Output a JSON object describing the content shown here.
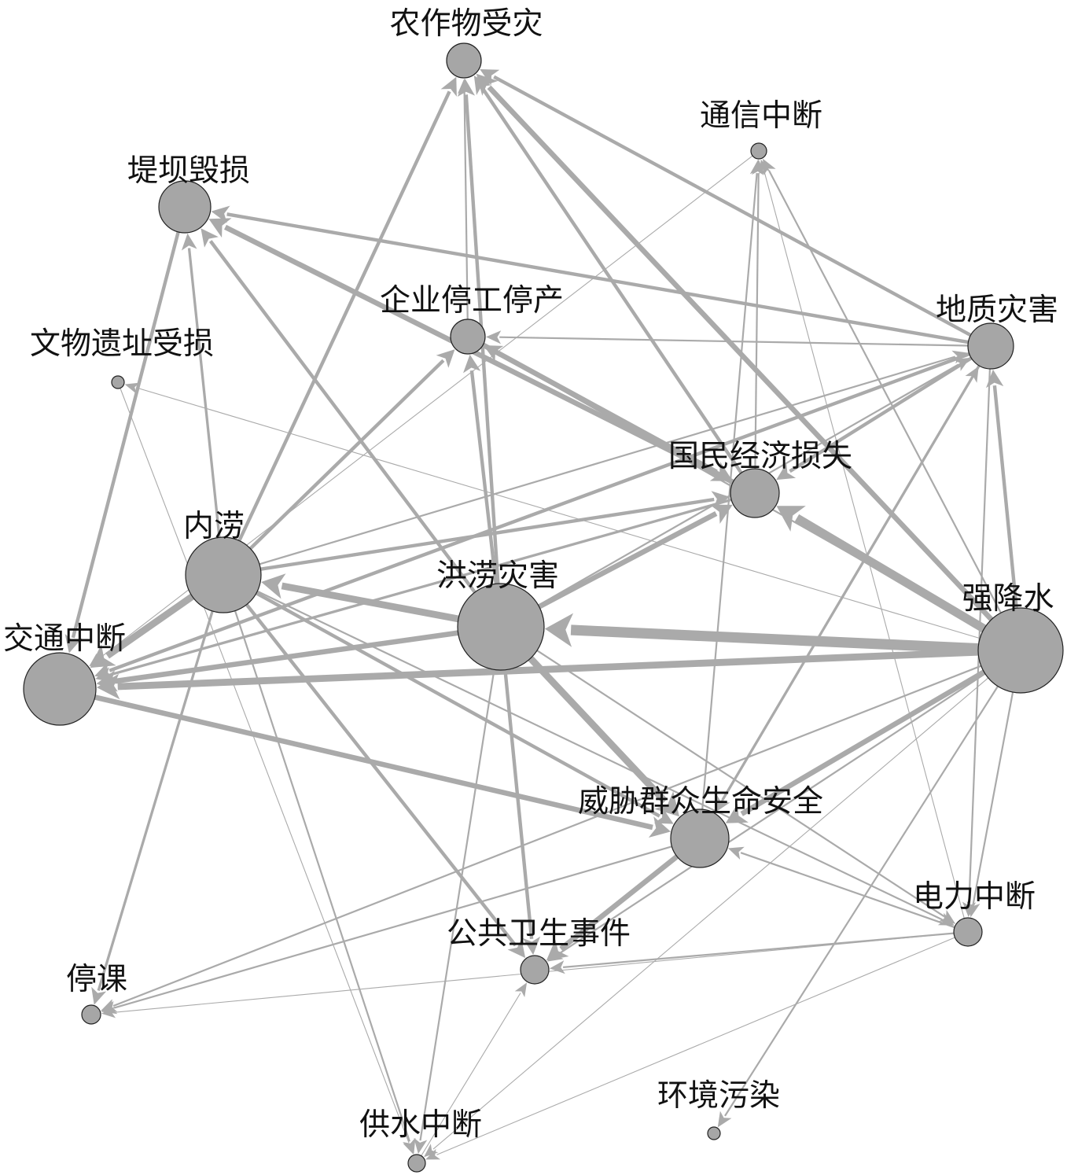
{
  "colors": {
    "edge": "#aaaaaa",
    "node_fill": "#a6a6a6",
    "node_stroke": "#222222",
    "label": "#111111",
    "background": "#ffffff"
  },
  "nodes": [
    {
      "id": "crop",
      "label": "农作物受灾"
    },
    {
      "id": "comm",
      "label": "通信中断"
    },
    {
      "id": "dam",
      "label": "堤坝毁损"
    },
    {
      "id": "ent",
      "label": "企业停工停产"
    },
    {
      "id": "geo",
      "label": "地质灾害"
    },
    {
      "id": "relic",
      "label": "文物遗址受损"
    },
    {
      "id": "econ",
      "label": "国民经济损失"
    },
    {
      "id": "wl",
      "label": "内涝"
    },
    {
      "id": "flood",
      "label": "洪涝灾害"
    },
    {
      "id": "rain",
      "label": "强降水"
    },
    {
      "id": "traffic",
      "label": "交通中断"
    },
    {
      "id": "life",
      "label": "威胁群众生命安全"
    },
    {
      "id": "power",
      "label": "电力中断"
    },
    {
      "id": "health",
      "label": "公共卫生事件"
    },
    {
      "id": "school",
      "label": "停课"
    },
    {
      "id": "env",
      "label": "环境污染"
    },
    {
      "id": "water",
      "label": "供水中断"
    }
  ],
  "edges": [
    {
      "from": "rain",
      "to": "flood",
      "weight": 6
    },
    {
      "from": "rain",
      "to": "econ",
      "weight": 5
    },
    {
      "from": "rain",
      "to": "traffic",
      "weight": 4
    },
    {
      "from": "rain",
      "to": "crop",
      "weight": 3
    },
    {
      "from": "rain",
      "to": "life",
      "weight": 3
    },
    {
      "from": "rain",
      "to": "geo",
      "weight": 2
    },
    {
      "from": "rain",
      "to": "power",
      "weight": 1
    },
    {
      "from": "rain",
      "to": "comm",
      "weight": 1
    },
    {
      "from": "rain",
      "to": "env",
      "weight": 1
    },
    {
      "from": "rain",
      "to": "health",
      "weight": 1
    },
    {
      "from": "rain",
      "to": "relic",
      "weight": 0.5
    },
    {
      "from": "rain",
      "to": "ent",
      "weight": 1
    },
    {
      "from": "rain",
      "to": "school",
      "weight": 1
    },
    {
      "from": "rain",
      "to": "water",
      "weight": 0.5
    },
    {
      "from": "flood",
      "to": "wl",
      "weight": 4
    },
    {
      "from": "flood",
      "to": "life",
      "weight": 4
    },
    {
      "from": "flood",
      "to": "econ",
      "weight": 3
    },
    {
      "from": "flood",
      "to": "traffic",
      "weight": 3
    },
    {
      "from": "flood",
      "to": "crop",
      "weight": 2
    },
    {
      "from": "flood",
      "to": "ent",
      "weight": 2
    },
    {
      "from": "flood",
      "to": "dam",
      "weight": 2
    },
    {
      "from": "flood",
      "to": "health",
      "weight": 2
    },
    {
      "from": "flood",
      "to": "geo",
      "weight": 1
    },
    {
      "from": "flood",
      "to": "water",
      "weight": 1
    },
    {
      "from": "flood",
      "to": "power",
      "weight": 1
    },
    {
      "from": "wl",
      "to": "traffic",
      "weight": 4
    },
    {
      "from": "wl",
      "to": "econ",
      "weight": 2
    },
    {
      "from": "wl",
      "to": "life",
      "weight": 2
    },
    {
      "from": "wl",
      "to": "ent",
      "weight": 2
    },
    {
      "from": "wl",
      "to": "crop",
      "weight": 2
    },
    {
      "from": "wl",
      "to": "dam",
      "weight": 1.5
    },
    {
      "from": "wl",
      "to": "school",
      "weight": 1.5
    },
    {
      "from": "wl",
      "to": "health",
      "weight": 2
    },
    {
      "from": "wl",
      "to": "water",
      "weight": 1
    },
    {
      "from": "wl",
      "to": "geo",
      "weight": 1
    },
    {
      "from": "wl",
      "to": "power",
      "weight": 1
    },
    {
      "from": "traffic",
      "to": "life",
      "weight": 3
    },
    {
      "from": "dam",
      "to": "traffic",
      "weight": 2
    },
    {
      "from": "econ",
      "to": "dam",
      "weight": 3
    },
    {
      "from": "econ",
      "to": "crop",
      "weight": 2
    },
    {
      "from": "econ",
      "to": "ent",
      "weight": 2
    },
    {
      "from": "econ",
      "to": "traffic",
      "weight": 1.5
    },
    {
      "from": "econ",
      "to": "comm",
      "weight": 1
    },
    {
      "from": "geo",
      "to": "dam",
      "weight": 2
    },
    {
      "from": "geo",
      "to": "crop",
      "weight": 2
    },
    {
      "from": "geo",
      "to": "econ",
      "weight": 2
    },
    {
      "from": "geo",
      "to": "traffic",
      "weight": 2
    },
    {
      "from": "geo",
      "to": "life",
      "weight": 1.5
    },
    {
      "from": "geo",
      "to": "power",
      "weight": 1
    },
    {
      "from": "geo",
      "to": "ent",
      "weight": 1
    },
    {
      "from": "life",
      "to": "health",
      "weight": 3
    },
    {
      "from": "life",
      "to": "school",
      "weight": 1
    },
    {
      "from": "life",
      "to": "comm",
      "weight": 1
    },
    {
      "from": "life",
      "to": "geo",
      "weight": 1
    },
    {
      "from": "power",
      "to": "life",
      "weight": 1
    },
    {
      "from": "power",
      "to": "school",
      "weight": 0.5
    },
    {
      "from": "power",
      "to": "health",
      "weight": 1
    },
    {
      "from": "power",
      "to": "comm",
      "weight": 0.5
    },
    {
      "from": "power",
      "to": "water",
      "weight": 0.5
    },
    {
      "from": "water",
      "to": "health",
      "weight": 0.5
    },
    {
      "from": "ent",
      "to": "crop",
      "weight": 1
    },
    {
      "from": "ent",
      "to": "econ",
      "weight": 3
    },
    {
      "from": "comm",
      "to": "traffic",
      "weight": 0.5
    },
    {
      "from": "relic",
      "to": "water",
      "weight": 0.5
    }
  ]
}
